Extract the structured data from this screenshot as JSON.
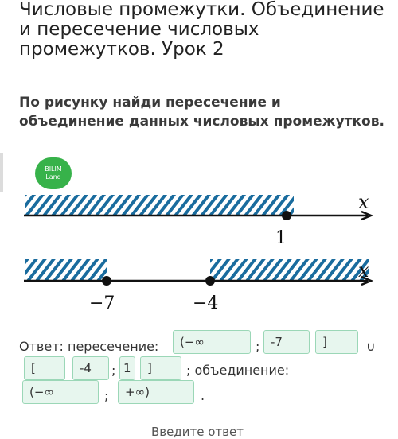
{
  "lesson_title": "Числовые промежутки. Объединение и пересечение числовых промежутков. Урок 2",
  "task_text": "По рисунку найди пересечение и объединение данных числовых промежутков.",
  "logo": {
    "line1": "BILIM",
    "line2": "Land"
  },
  "figure": {
    "axis_label": "x",
    "line1_point": "1",
    "line2_points": [
      "−7",
      "−4"
    ],
    "hatch_color": "#1a6c9e"
  },
  "answer": {
    "prefix": "Ответ: пересечение:",
    "sep1": ";",
    "union_sign": "∪",
    "sep2": ";",
    "union_prefix": "; объединение:",
    "sep3": ";",
    "end": ".",
    "fields": {
      "intersection_a_start": "(−∞",
      "intersection_a_end": "-7",
      "intersection_a_bracket": "]",
      "intersection_b_bracket": "[",
      "intersection_b_start": "-4",
      "intersection_b_end": "1",
      "intersection_b_close": "]",
      "union_start": "(−∞",
      "union_end": "+∞)"
    }
  },
  "footer_text": "Введите ответ"
}
